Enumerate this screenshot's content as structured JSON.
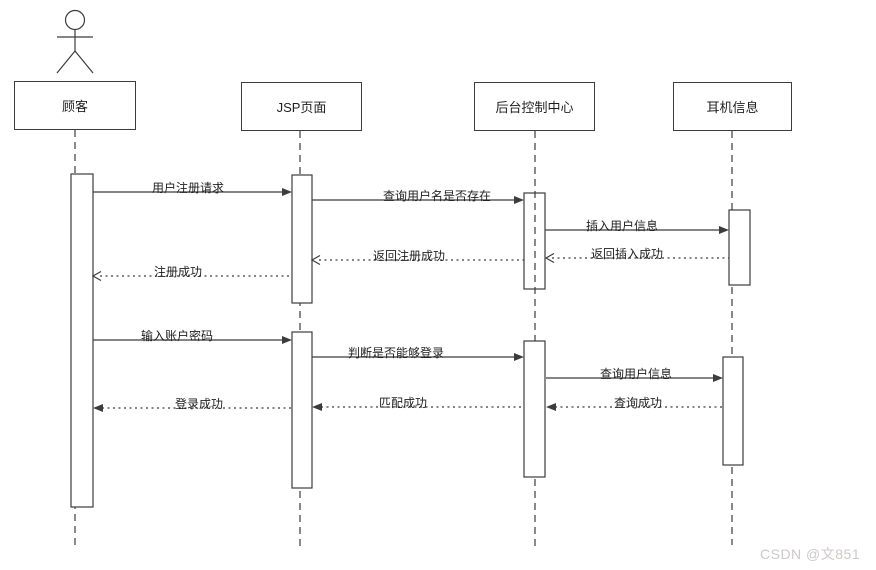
{
  "diagram": {
    "type": "uml-sequence",
    "lifelines": [
      {
        "id": "customer",
        "label": "顾客",
        "has_actor_icon": true
      },
      {
        "id": "jsp-page",
        "label": "JSP页面",
        "has_actor_icon": false
      },
      {
        "id": "backend-control-center",
        "label": "后台控制中心",
        "has_actor_icon": false
      },
      {
        "id": "headphone-info",
        "label": "耳机信息",
        "has_actor_icon": false
      }
    ],
    "messages": [
      {
        "label": "用户注册请求",
        "from": "顾客",
        "to": "JSP页面",
        "style": "solid"
      },
      {
        "label": "查询用户名是否存在",
        "from": "JSP页面",
        "to": "后台控制中心",
        "style": "solid"
      },
      {
        "label": "插入用户信息",
        "from": "后台控制中心",
        "to": "耳机信息",
        "style": "solid"
      },
      {
        "label": "返回插入成功",
        "from": "耳机信息",
        "to": "后台控制中心",
        "style": "dotted-return"
      },
      {
        "label": "返回注册成功",
        "from": "后台控制中心",
        "to": "JSP页面",
        "style": "dotted-return"
      },
      {
        "label": "注册成功",
        "from": "JSP页面",
        "to": "顾客",
        "style": "dotted-return"
      },
      {
        "label": "输入账户密码",
        "from": "顾客",
        "to": "JSP页面",
        "style": "solid"
      },
      {
        "label": "判断是否能够登录",
        "from": "JSP页面",
        "to": "后台控制中心",
        "style": "solid"
      },
      {
        "label": "查询用户信息",
        "from": "后台控制中心",
        "to": "耳机信息",
        "style": "solid"
      },
      {
        "label": "查询成功",
        "from": "耳机信息",
        "to": "后台控制中心",
        "style": "dotted-return"
      },
      {
        "label": "匹配成功",
        "from": "后台控制中心",
        "to": "JSP页面",
        "style": "dotted-return"
      },
      {
        "label": "登录成功",
        "from": "JSP页面",
        "to": "顾客",
        "style": "dotted-return"
      }
    ],
    "colors": {
      "line": "#3c3c3c",
      "text": "#1f1f1f",
      "fill": "#ffffff"
    }
  },
  "watermark": {
    "text": "CSDN @文851"
  }
}
